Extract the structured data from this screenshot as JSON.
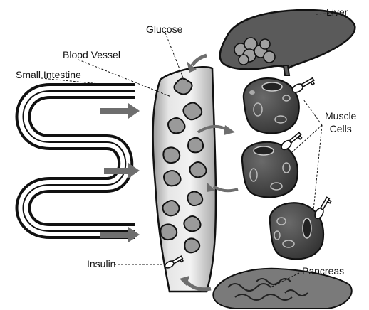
{
  "diagram": {
    "labels": {
      "liver": "Liver",
      "glucose": "Glucose",
      "blood_vessel": "Blood Vessel",
      "small_intestine": "Small Intestine",
      "muscle_cells": "Muscle\nCells",
      "insulin": "Insulin",
      "pancreas": "Pancreas"
    },
    "colors": {
      "ink": "#111111",
      "organ_fill": "#4a4a4a",
      "vessel_fill": "#d9d9d9",
      "arrow_fill": "#6e6e6e",
      "glucose_fill": "#9a9a9a"
    }
  }
}
